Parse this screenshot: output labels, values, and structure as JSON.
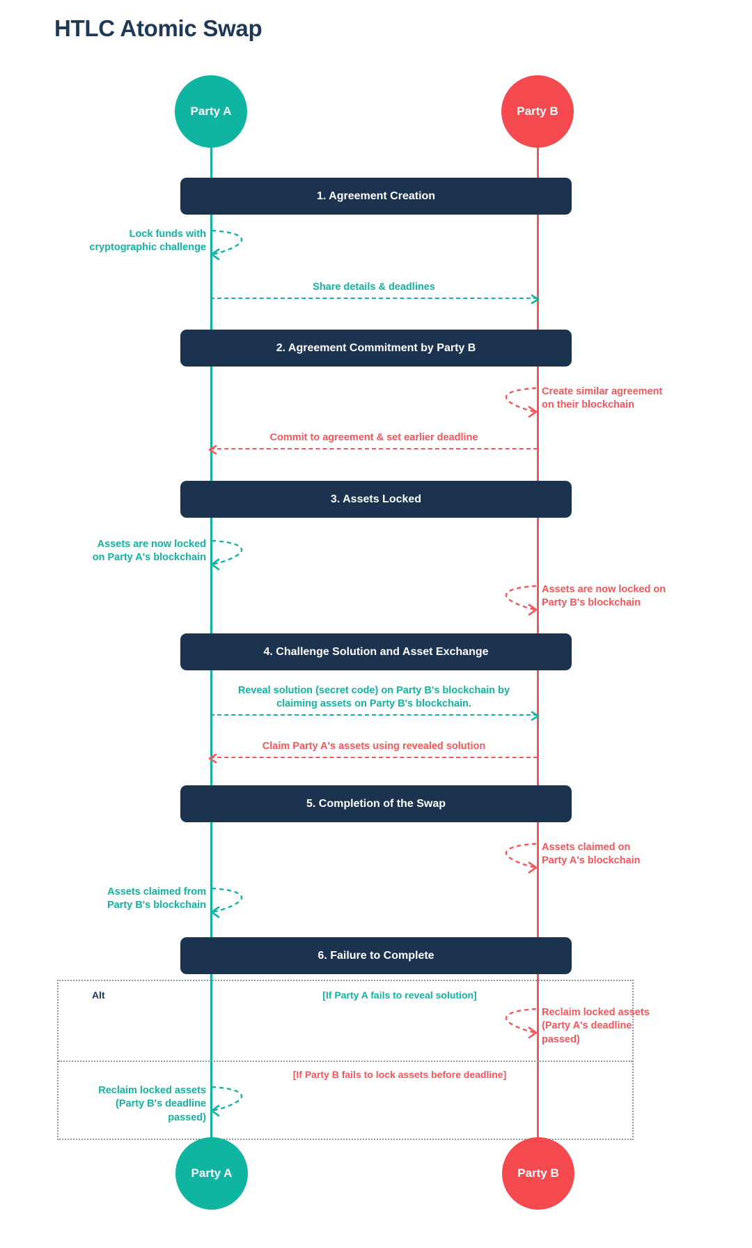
{
  "title": "HTLC Atomic Swap",
  "colors": {
    "party_a": "#0fb5a1",
    "party_b": "#f4494f",
    "step_bar": "#1c3350",
    "title": "#1f3855",
    "alt_border": "#8d939c",
    "background": "#ffffff"
  },
  "participants": [
    {
      "id": "party-a",
      "label": "Party A",
      "color": "#0fb5a1"
    },
    {
      "id": "party-b",
      "label": "Party B",
      "color": "#f4494f"
    }
  ],
  "steps": [
    {
      "n": 1,
      "label": "1.  Agreement Creation"
    },
    {
      "n": 2,
      "label": "2.  Agreement Commitment by Party B"
    },
    {
      "n": 3,
      "label": "3.  Assets Locked"
    },
    {
      "n": 4,
      "label": "4.  Challenge Solution and Asset Exchange"
    },
    {
      "n": 5,
      "label": "5.  Completion of the Swap"
    },
    {
      "n": 6,
      "label": "6.  Failure to Complete"
    }
  ],
  "messages": [
    {
      "id": "m1",
      "kind": "self",
      "actor": "party-a",
      "color": "#12b3a0",
      "label": "Lock funds with\ncryptographic challenge"
    },
    {
      "id": "m2",
      "kind": "cross",
      "from": "party-a",
      "to": "party-b",
      "color": "#12b3a0",
      "label": "Share details & deadlines"
    },
    {
      "id": "m3",
      "kind": "self",
      "actor": "party-b",
      "color": "#f4565b",
      "label": "Create similar agreement\non their blockchain"
    },
    {
      "id": "m4",
      "kind": "cross",
      "from": "party-b",
      "to": "party-a",
      "color": "#f4565b",
      "label": "Commit to agreement & set earlier deadline"
    },
    {
      "id": "m5",
      "kind": "self",
      "actor": "party-a",
      "color": "#12b3a0",
      "label": "Assets are now locked\non Party A's blockchain"
    },
    {
      "id": "m6",
      "kind": "self",
      "actor": "party-b",
      "color": "#f4565b",
      "label": "Assets are now locked on\nParty B's blockchain"
    },
    {
      "id": "m7",
      "kind": "cross",
      "from": "party-a",
      "to": "party-b",
      "color": "#12b3a0",
      "label": "Reveal solution (secret code) on Party B's blockchain by\nclaiming assets on Party B's blockchain."
    },
    {
      "id": "m8",
      "kind": "cross",
      "from": "party-b",
      "to": "party-a",
      "color": "#f4565b",
      "label": "Claim Party A's assets using revealed solution"
    },
    {
      "id": "m9",
      "kind": "self",
      "actor": "party-b",
      "color": "#f4565b",
      "label": "Assets claimed on\nParty A's blockchain"
    },
    {
      "id": "m10",
      "kind": "self",
      "actor": "party-a",
      "color": "#12b3a0",
      "label": "Assets claimed from\nParty B's blockchain"
    },
    {
      "id": "m11",
      "kind": "self",
      "actor": "party-b",
      "color": "#f4565b",
      "label": "Reclaim locked assets\n(Party A's deadline\npassed)"
    },
    {
      "id": "m12",
      "kind": "self",
      "actor": "party-a",
      "color": "#12b3a0",
      "label": "Reclaim locked assets\n(Party B's deadline\npassed)"
    }
  ],
  "alt_block": {
    "label": "Alt",
    "conditions": [
      {
        "id": "alt-1",
        "text": "[If Party A fails to reveal solution]",
        "color": "#12b3a0"
      },
      {
        "id": "alt-2",
        "text": "[If Party B fails to lock assets before deadline]",
        "color": "#f4565b"
      }
    ]
  }
}
